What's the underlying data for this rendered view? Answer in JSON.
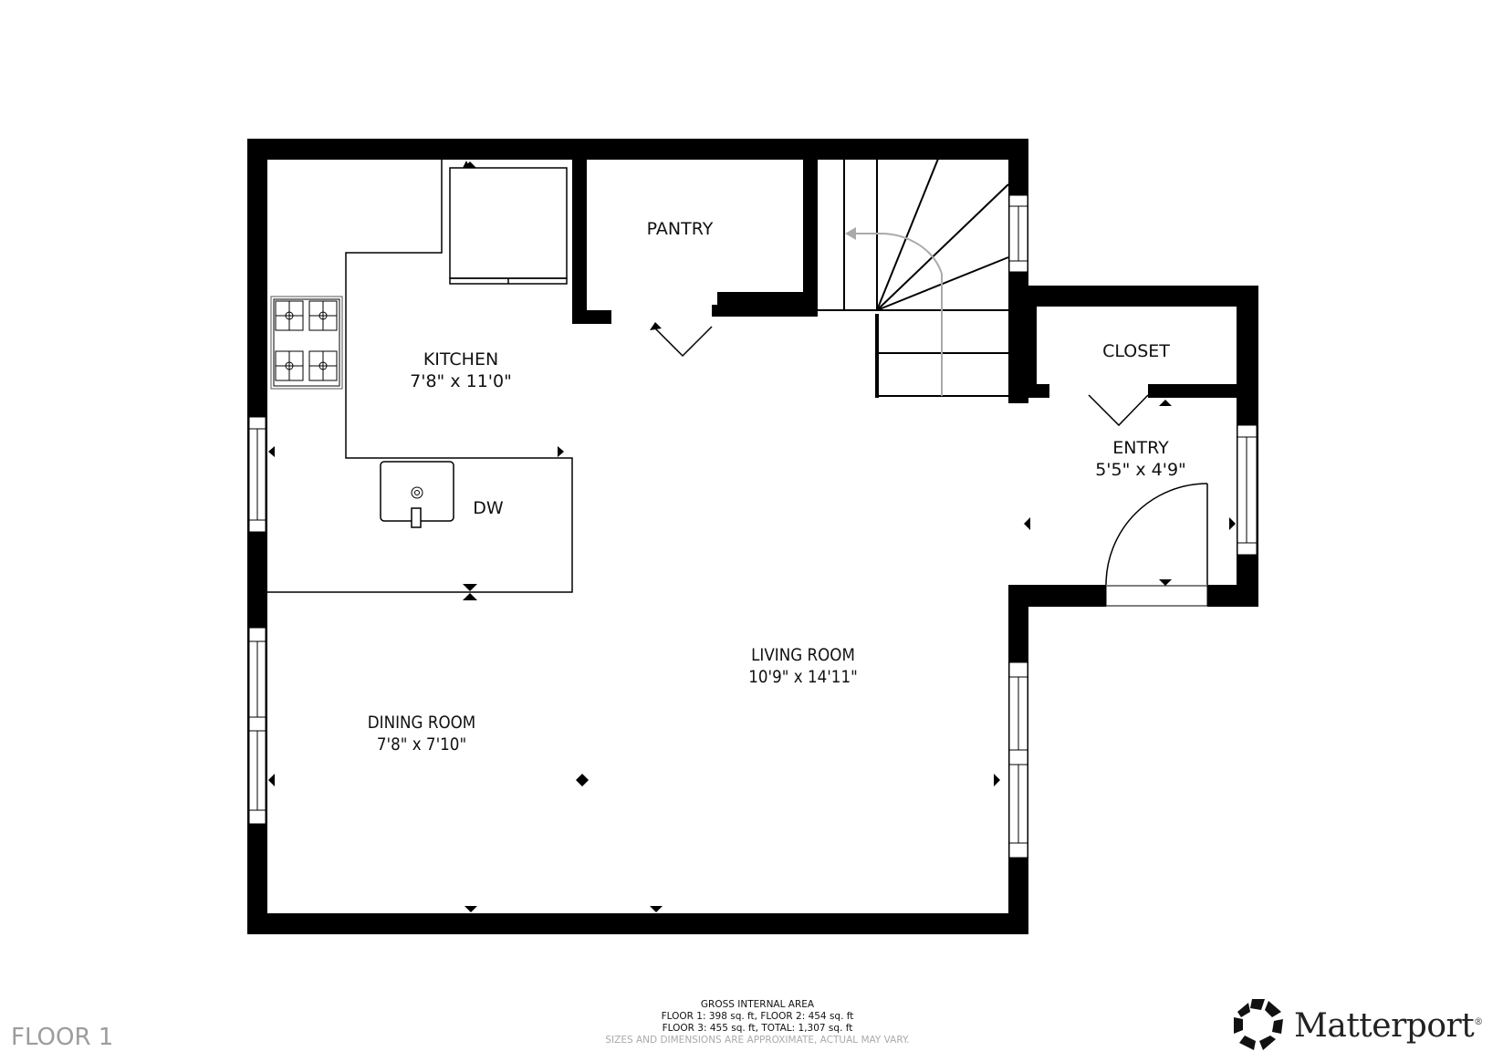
{
  "floor_label": "FLOOR 1",
  "rooms": {
    "kitchen": {
      "name": "KITCHEN",
      "dims": "7'8\" x 11'0\""
    },
    "pantry": {
      "name": "PANTRY"
    },
    "closet": {
      "name": "CLOSET"
    },
    "entry": {
      "name": "ENTRY",
      "dims": "5'5\" x 4'9\""
    },
    "living_room": {
      "name": "LIVING ROOM",
      "dims": "10'9\" x 14'11\""
    },
    "dining_room": {
      "name": "DINING ROOM",
      "dims": "7'8\" x 7'10\""
    }
  },
  "fixtures": {
    "dishwasher": "DW"
  },
  "area_summary": {
    "title": "GROSS INTERNAL AREA",
    "line1": "FLOOR 1: 398 sq. ft, FLOOR 2: 454 sq. ft",
    "line2": "FLOOR 3: 455 sq. ft, TOTAL: 1,307 sq. ft",
    "disclaimer": "SIZES AND DIMENSIONS ARE APPROXIMATE, ACTUAL MAY VARY."
  },
  "brand": {
    "name": "Matterport",
    "mark": "®"
  },
  "colors": {
    "wall": "#000000",
    "background": "#ffffff",
    "stair_arrow": "#aaaaaa",
    "floor_label": "#9c9c9c"
  }
}
